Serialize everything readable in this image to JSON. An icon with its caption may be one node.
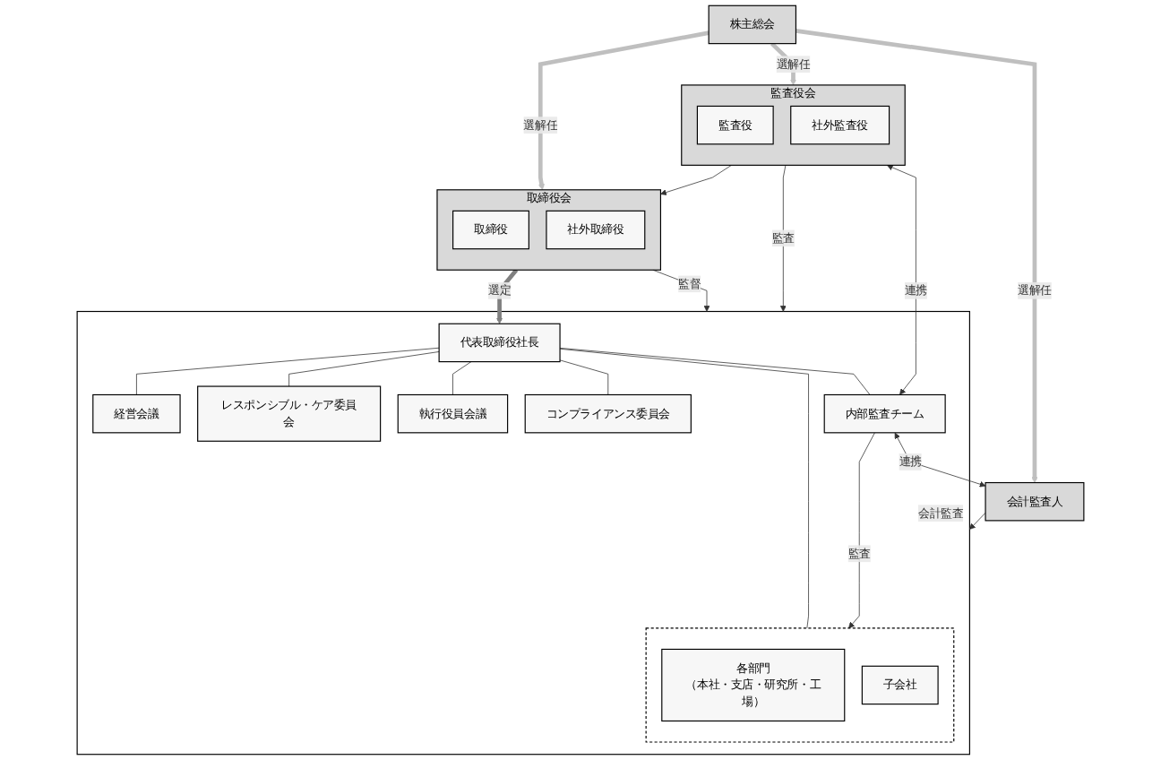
{
  "diagram": {
    "nodes": [
      {
        "text": [
          "株主総会"
        ]
      },
      {
        "text": [
          "取締役会"
        ]
      },
      {
        "text": [
          "取締役"
        ],
        "in": 1
      },
      {
        "text": [
          "社外取締役"
        ],
        "in": 1
      },
      {
        "text": [
          "監査役会"
        ]
      },
      {
        "text": [
          "監査役"
        ],
        "in": 4
      },
      {
        "text": [
          "社外監査役"
        ],
        "in": 4
      },
      {
        "text": [
          "会計監査人"
        ]
      },
      {
        "text": [],
        "shape": "box"
      },
      {
        "text": [
          "代表取締役社長"
        ],
        "in": 8
      },
      {
        "text": [
          "経営会議"
        ],
        "in": 8
      },
      {
        "text": [
          "レスポンシブル・ケア委員会"
        ],
        "in": 8
      },
      {
        "text": [
          "執行役員会議"
        ],
        "in": 8
      },
      {
        "text": [
          "コンプライアンス委員会"
        ],
        "in": 8
      },
      {
        "text": [],
        "shape": "box",
        "in": 8
      },
      {
        "text": [
          "各部門",
          "（本社・支店・研究所・工場）"
        ],
        "in": 14
      },
      {
        "text": [
          "子会社"
        ],
        "in": 14
      },
      {
        "text": [
          "内部監査チーム"
        ],
        "in": 8
      }
    ],
    "edges": [
      {
        "from": 0,
        "to": 1,
        "arrow": "to",
        "label": "選解任",
        "style": "thick",
        "color": "#bfbfbf"
      },
      {
        "from": 0,
        "to": 4,
        "arrow": "to",
        "label": "選解任",
        "style": "thick",
        "color": "#bfbfbf"
      },
      {
        "from": 0,
        "to": 7,
        "arrow": "to",
        "label": "選解任",
        "style": "thick",
        "color": "#bfbfbf"
      },
      {
        "from": 1,
        "to": 9,
        "arrow": "to",
        "label": "選定",
        "style": "thick",
        "color": "#808080"
      },
      {
        "from": 1,
        "to": 8,
        "arrow": "to",
        "label": "監督"
      },
      {
        "from": 4,
        "to": 1,
        "arrow": "to"
      },
      {
        "from": 4,
        "to": 8,
        "arrow": "to",
        "label": "監査"
      },
      {
        "from": 9,
        "to": 10,
        "arrow": "none"
      },
      {
        "from": 9,
        "to": 11,
        "arrow": "none"
      },
      {
        "from": 9,
        "to": 12,
        "arrow": "none"
      },
      {
        "from": 9,
        "to": 13,
        "arrow": "none"
      },
      {
        "from": 9,
        "to": 14,
        "arrow": "none"
      },
      {
        "from": 9,
        "to": 17,
        "arrow": "none"
      },
      {
        "from": 17,
        "to": 14,
        "arrow": "to",
        "label": "監査"
      },
      {
        "from": 17,
        "to": 7,
        "arrow": "both",
        "label": "連携"
      },
      {
        "from": 17,
        "to": 4,
        "arrow": "both",
        "label": "連携"
      },
      {
        "from": 7,
        "to": 8,
        "arrow": "to",
        "label": "会計監査"
      }
    ]
  }
}
